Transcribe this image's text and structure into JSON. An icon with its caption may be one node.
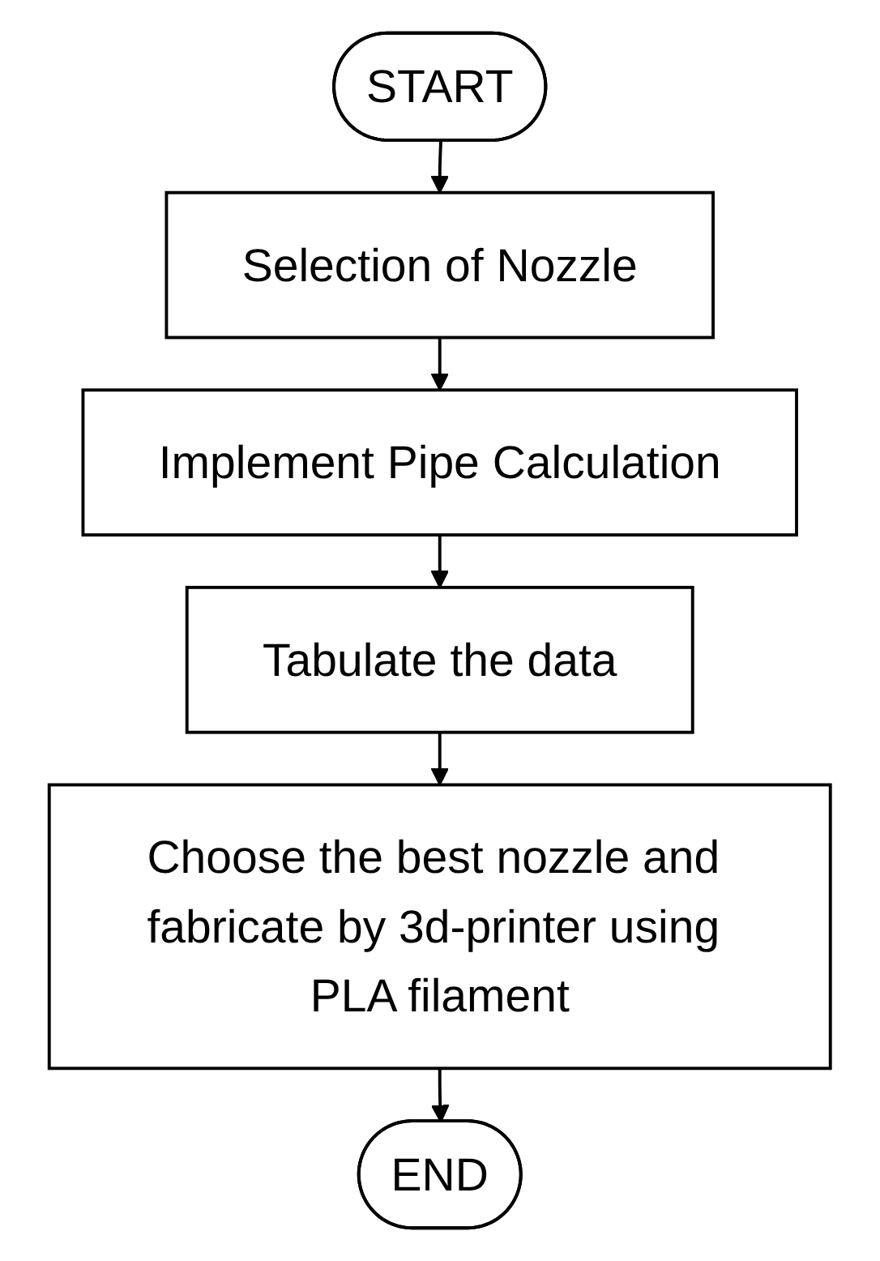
{
  "diagram": {
    "nodes": [
      {
        "text": [
          "START"
        ]
      },
      {
        "text": [
          "Selection of Nozzle"
        ]
      },
      {
        "text": [
          "Implement Pipe Calculation"
        ]
      },
      {
        "text": [
          "Tabulate the data"
        ]
      },
      {
        "text": [
          "Choose the best nozzle and fabricate by 3d-printer using PLA filament"
        ]
      },
      {
        "text": [
          "END"
        ]
      }
    ],
    "edges": [
      {
        "from": 0,
        "to": 1,
        "arrow": "to"
      },
      {
        "from": 1,
        "to": 2,
        "arrow": "to"
      },
      {
        "from": 2,
        "to": 3,
        "arrow": "to"
      },
      {
        "from": 3,
        "to": 4,
        "arrow": "to"
      },
      {
        "from": 4,
        "to": 5,
        "arrow": "to"
      }
    ]
  }
}
